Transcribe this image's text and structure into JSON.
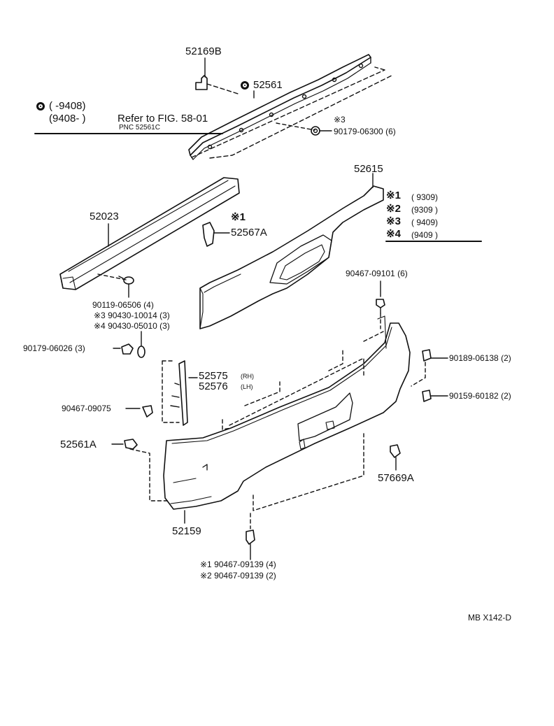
{
  "diagram": {
    "legend_refer": {
      "range_1": "(       -9408)",
      "range_2": "(9408-        )",
      "refer_text": "Refer  to  FIG. 58-01",
      "pnc_text": "PNC  52561C"
    },
    "variant_legend": [
      {
        "mark": "※1",
        "range": "(          9309)"
      },
      {
        "mark": "※2",
        "range": "(9309          )"
      },
      {
        "mark": "※3",
        "range": "(          9409)"
      },
      {
        "mark": "※4",
        "range": "(9409          )"
      }
    ],
    "parts": {
      "p52169B": "52169B",
      "p52561": "52561",
      "p90179_06300_mark": "※3",
      "p90179_06300": "90179-06300 (6)",
      "p52615": "52615",
      "p52023": "52023",
      "p52567A_mark": "※1",
      "p52567A": "52567A",
      "p90467_09101": "90467-09101 (6)",
      "p90119_06506": "90119-06506 (4)",
      "p90430_10014": "※3  90430-10014 (3)",
      "p90430_05010": "※4  90430-05010 (3)",
      "p90179_06026": "90179-06026 (3)",
      "p52575": "52575",
      "p52575_side": "(RH)",
      "p52576": "52576",
      "p52576_side": "(LH)",
      "p90189_06138": "90189-06138 (2)",
      "p90159_60182": "90159-60182 (2)",
      "p90467_09075": "90467-09075",
      "p52561A": "52561A",
      "p57669A": "57669A",
      "p52159": "52159",
      "p90467_09139_a": "※1 90467-09139 (4)",
      "p90467_09139_b": "※2 90467-09139 (2)"
    },
    "diagram_code": "MB   X142-D"
  }
}
